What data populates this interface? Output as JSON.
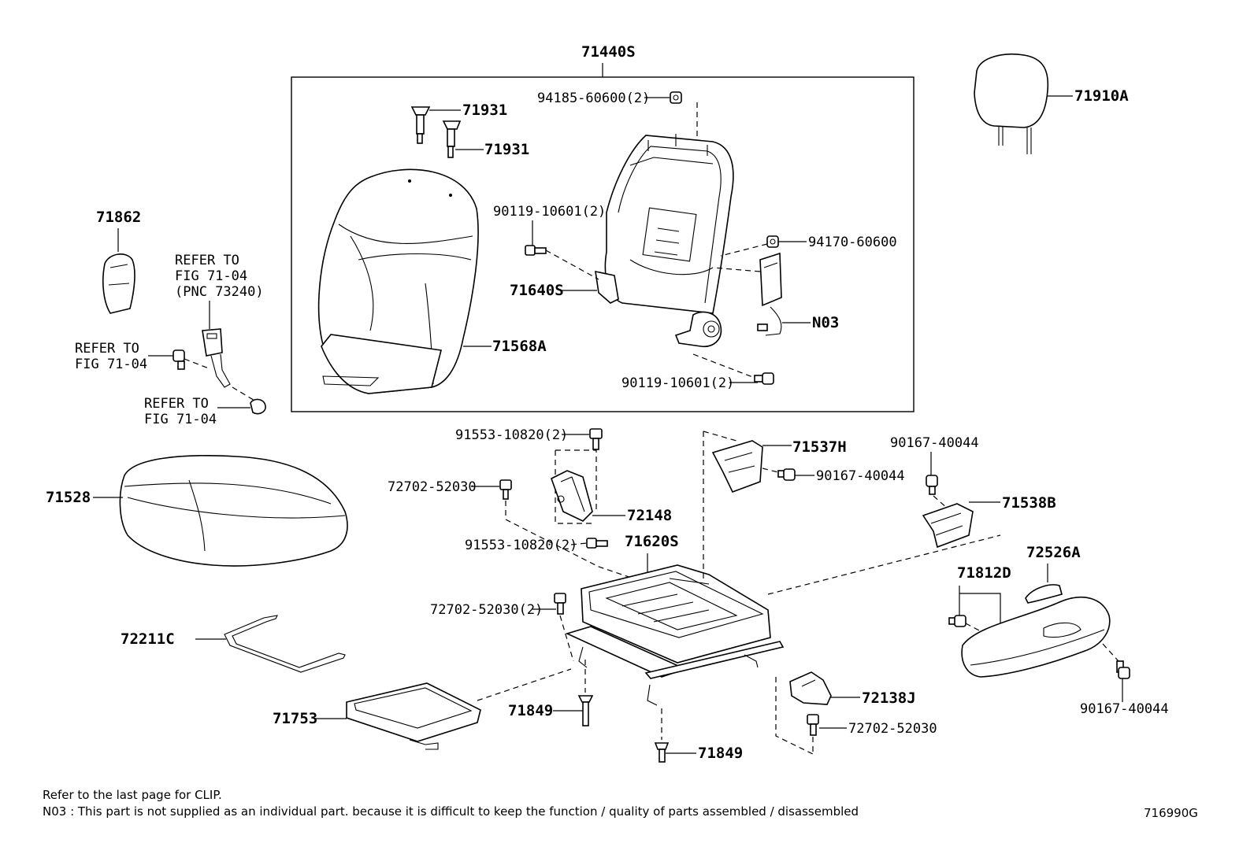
{
  "labels": {
    "p71440S": "71440S",
    "p71910A": "71910A",
    "p71931a": "71931",
    "p71931b": "71931",
    "p94185": "94185-60600(2)",
    "p90119a": "90119-10601(2)",
    "p94170": "94170-60600",
    "p71640S": "71640S",
    "pN03": "N03",
    "p71568A": "71568A",
    "p90119b": "90119-10601(2)",
    "p71862": "71862",
    "refer1_l1": "REFER TO",
    "refer1_l2": "FIG 71-04",
    "refer1_l3": "(PNC 73240)",
    "refer2_l1": "REFER TO",
    "refer2_l2": "FIG 71-04",
    "refer3_l1": "REFER TO",
    "refer3_l2": "FIG 71-04",
    "p71528": "71528",
    "p91553a": "91553-10820(2)",
    "p72702a": "72702-52030",
    "p72148": "72148",
    "p91553b": "91553-10820(2)",
    "p71620S": "71620S",
    "p71537H": "71537H",
    "p90167a": "90167-40044",
    "p90167b": "90167-40044",
    "p71538B": "71538B",
    "p72526A": "72526A",
    "p71812D": "71812D",
    "p72702b": "72702-52030(2)",
    "p72211C": "72211C",
    "p71753": "71753",
    "p71849a": "71849",
    "p71849b": "71849",
    "p72138J": "72138J",
    "p72702c": "72702-52030",
    "p90167c": "90167-40044"
  },
  "notes": {
    "clip": "Refer to the last page for CLIP.",
    "n03": "N03 : This part is not supplied as an individual part. because it is difficult to keep the function / quality of parts assembled / disassembled",
    "code": "716990G"
  }
}
